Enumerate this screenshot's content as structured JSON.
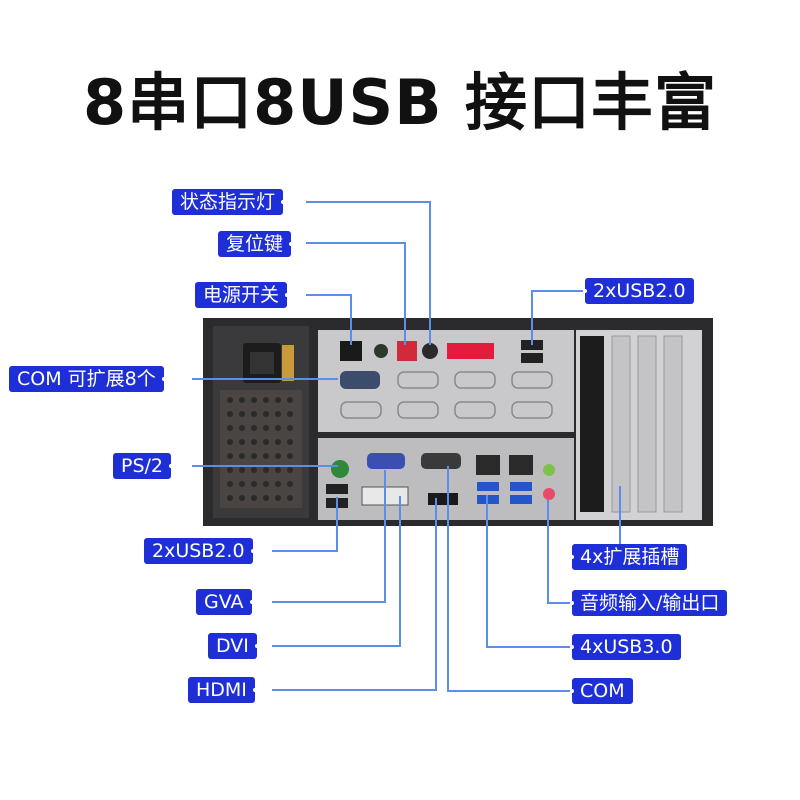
{
  "title": "8串口8USB 接口丰富",
  "labels": {
    "status_light": "状态指示灯",
    "reset_key": "复位键",
    "power_switch": "电源开关",
    "usb_top": "2xUSB2.0",
    "com_expand": "COM 可扩展8个",
    "ps2": "PS/2",
    "usb_front": "2xUSB2.0",
    "gva": "GVA",
    "dvi": "DVI",
    "hdmi": "HDMI",
    "expansion_slots": "4x扩展插槽",
    "audio": "音频输入/输出口",
    "usb3": "4xUSB3.0",
    "com": "COM"
  },
  "colors": {
    "label_bg": "#1f2fd8",
    "leader_line": "#5b8ee6",
    "chassis": "#2c2c2e"
  }
}
